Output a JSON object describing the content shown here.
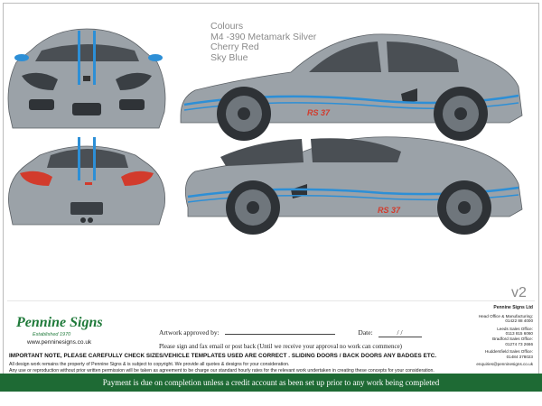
{
  "colours": {
    "title": "Colours",
    "items": [
      "M4 -390 Metamark Silver",
      "Cherry Red",
      "Sky Blue"
    ]
  },
  "decal_text": "RS 37",
  "version": "v2",
  "footer": {
    "logo_text": "Pennine Signs",
    "logo_sub": "Established 1970",
    "website": "www.penninesigns.co.uk",
    "artwork_label": "Artwork approved by:",
    "date_label": "Date:",
    "date_slashes": "/ /",
    "sign_note": "Please sign and fax email or post back (Until we receive your approval no work can commence)",
    "important": "IMPORTANT NOTE, PLEASE CAREFULLY CHECK SIZES/VEHICLE TEMPLATES USED ARE CORRECT . SLIDING DOORS / BACK DOORS ANY BADGES ETC.",
    "design_notes": [
      "All design work remains the property of Pennine Signs & is subject to copyright. We provide all quotes & designs for your consideration.",
      "Any use or reproduction without prior written permission will be taken as agreement to be charge our standard hourly rates for the relevant work undertaken in creating these concepts for your consideration."
    ],
    "company": "Pennine Signs Ltd",
    "offices": [
      {
        "name": "Head Office & Manufacturing:",
        "phone": "01422 88 4000"
      },
      {
        "name": "Leeds Sales Office:",
        "phone": "0113 815 6060"
      },
      {
        "name": "Bradford Sales Office:",
        "phone": "01274 73 2666"
      },
      {
        "name": "Huddersfield Sales Office:",
        "phone": "01484 378023"
      }
    ],
    "email": "enquiries@penninesigns.co.uk",
    "payment": "Payment is due on completion unless a credit account as been set up prior to any work being completed"
  },
  "colors": {
    "silver": "#9ba2a8",
    "silver_dark": "#6f767c",
    "cherry_red": "#d23b2c",
    "sky_blue": "#2d8fd6",
    "brand_green": "#1e6a34"
  }
}
